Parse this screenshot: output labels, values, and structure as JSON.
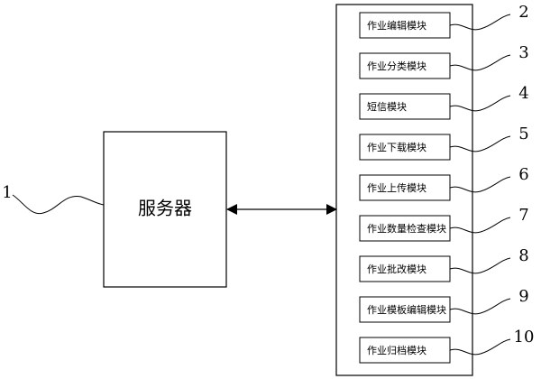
{
  "server": {
    "label": "服务器",
    "ref": "1"
  },
  "modules": [
    {
      "label": "作业编辑模块",
      "ref": "2"
    },
    {
      "label": "作业分类模块",
      "ref": "3"
    },
    {
      "label": "短信模块",
      "ref": "4"
    },
    {
      "label": "作业下载模块",
      "ref": "5"
    },
    {
      "label": "作业上传模块",
      "ref": "6"
    },
    {
      "label": "作业数量检查模块",
      "ref": "7"
    },
    {
      "label": "作业批改模块",
      "ref": "8"
    },
    {
      "label": "作业模板编辑模块",
      "ref": "9"
    },
    {
      "label": "作业归档模块",
      "ref": "10"
    }
  ]
}
